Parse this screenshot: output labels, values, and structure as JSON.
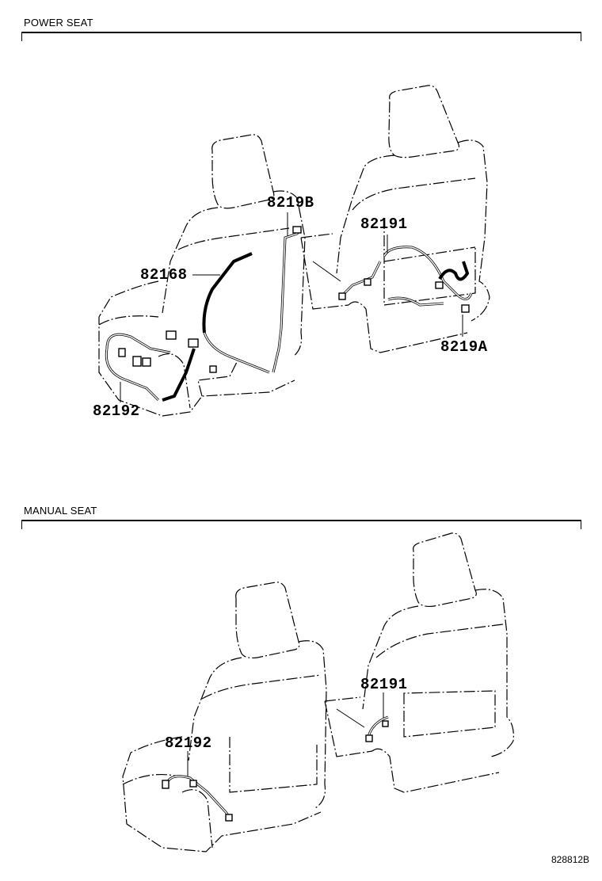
{
  "sections": [
    {
      "title": "POWER SEAT",
      "parts": [
        {
          "id": "82192",
          "label": "82192"
        },
        {
          "id": "82168",
          "label": "82168"
        },
        {
          "id": "8219B",
          "label": "8219B"
        },
        {
          "id": "82191",
          "label": "82191"
        },
        {
          "id": "8219A",
          "label": "8219A"
        }
      ]
    },
    {
      "title": "MANUAL SEAT",
      "parts": [
        {
          "id": "82192",
          "label": "82192"
        },
        {
          "id": "82191",
          "label": "82191"
        }
      ]
    }
  ],
  "figure_code": "828812B"
}
